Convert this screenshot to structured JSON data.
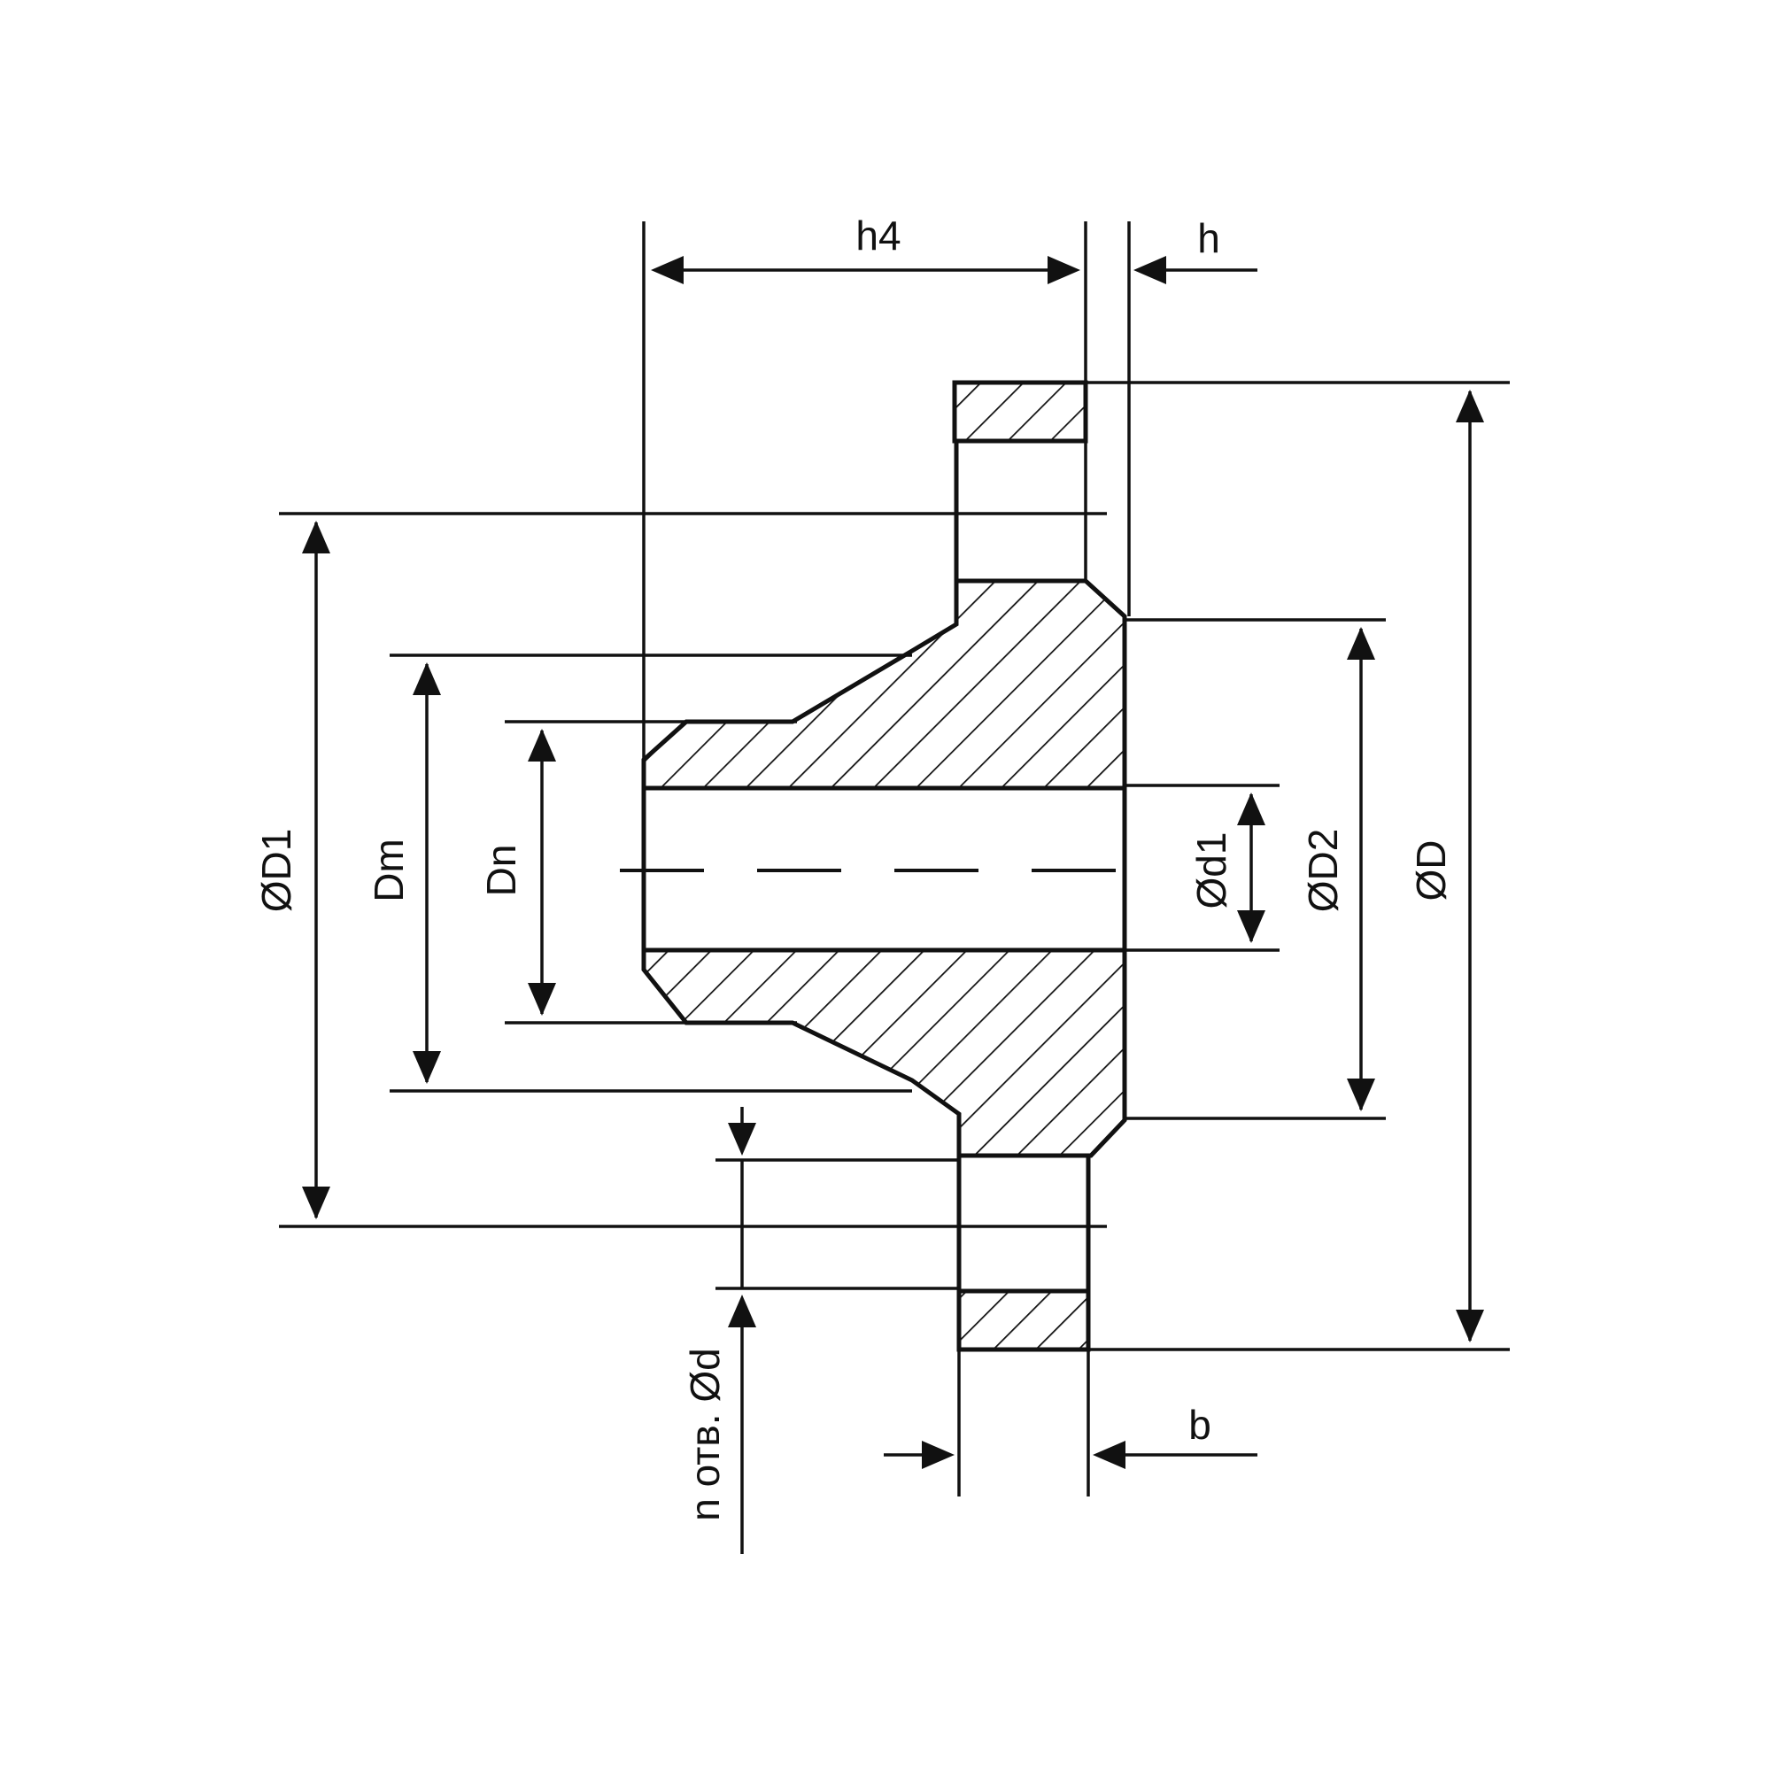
{
  "diagram": {
    "colors": {
      "ink": "#111111",
      "background": "#ffffff"
    },
    "labels": {
      "h4": "h4",
      "h": "h",
      "b": "b",
      "D": "ØD",
      "D1": "ØD1",
      "D2": "ØD2",
      "d1": "Ød1",
      "Dm": "Dm",
      "Dn": "Dn",
      "holes": "n отв. Ød"
    }
  }
}
